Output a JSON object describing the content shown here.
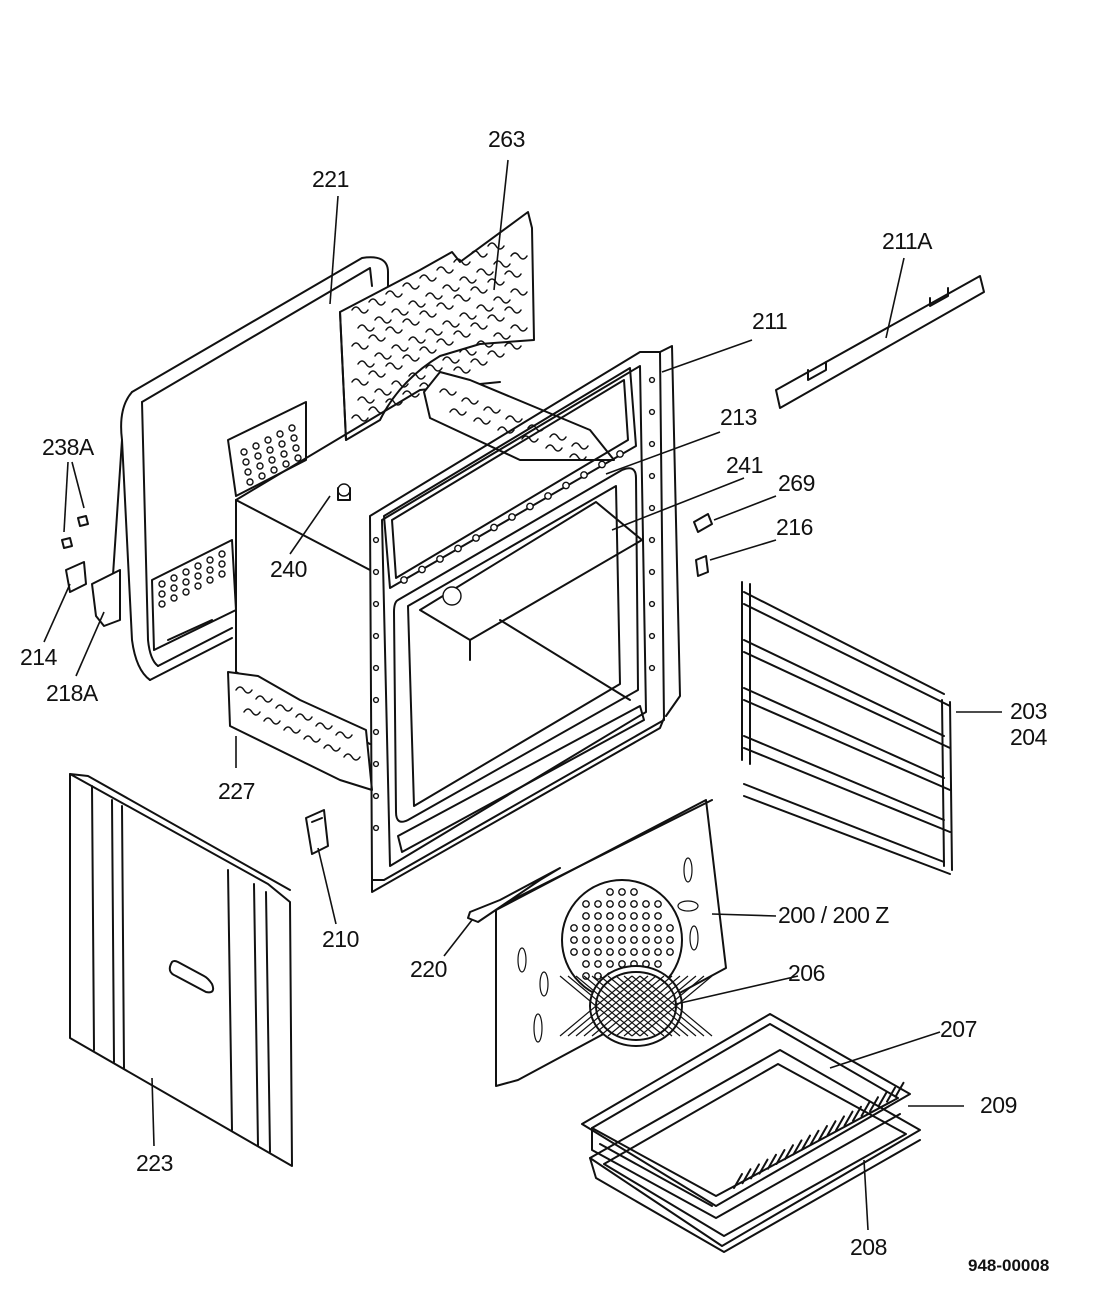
{
  "callouts": {
    "c263": "263",
    "c221": "221",
    "c211A": "211A",
    "c211": "211",
    "c213": "213",
    "c241": "241",
    "c269": "269",
    "c216": "216",
    "c238A": "238A",
    "c240": "240",
    "c214": "214",
    "c218A": "218A",
    "c227": "227",
    "c203": "203",
    "c204": "204",
    "c210": "210",
    "c220": "220",
    "c200": "200 / 200 Z",
    "c206": "206",
    "c207": "207",
    "c209": "209",
    "c223": "223",
    "c208": "208"
  },
  "drawing_ref": "948-00008"
}
